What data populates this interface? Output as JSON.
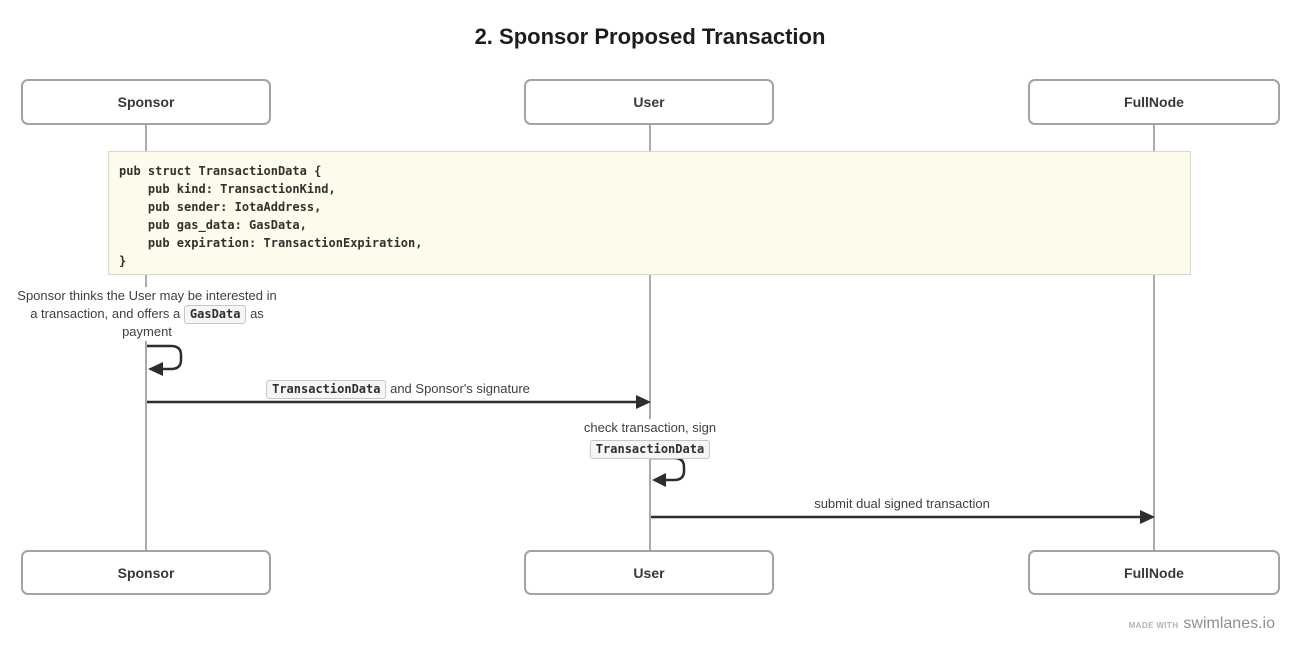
{
  "title": "2. Sponsor Proposed Transaction",
  "actors": [
    {
      "name": "Sponsor"
    },
    {
      "name": "User"
    },
    {
      "name": "FullNode"
    }
  ],
  "code_note": {
    "code": "pub struct TransactionData {\n    pub kind: TransactionKind,\n    pub sender: IotaAddress,\n    pub gas_data: GasData,\n    pub expiration: TransactionExpiration,\n}"
  },
  "sponsor_note": {
    "text_before": "Sponsor thinks the User may be interested in a transaction, and offers a ",
    "code": "GasData",
    "text_after": " as payment"
  },
  "messages": [
    {
      "from": "Sponsor",
      "to": "User",
      "label_code": "TransactionData",
      "label_text": " and Sponsor's signature"
    },
    {
      "from": "User",
      "to": "User",
      "line1": "check transaction, sign",
      "code": "TransactionData"
    },
    {
      "from": "User",
      "to": "FullNode",
      "label": "submit dual signed transaction"
    }
  ],
  "footer": {
    "made_with": "MADE WITH",
    "brand": "swimlanes.io"
  },
  "colors": {
    "lifeline": "#ababab",
    "arrow": "#2d2d2d",
    "actor_border": "#a3a3a3",
    "code_note_bg": "#fdfbec",
    "code_note_border": "#ddd8bf",
    "chip_bg": "#f6f6f6",
    "chip_border": "#c6c6c6",
    "title_text": "#1d1d1d"
  }
}
